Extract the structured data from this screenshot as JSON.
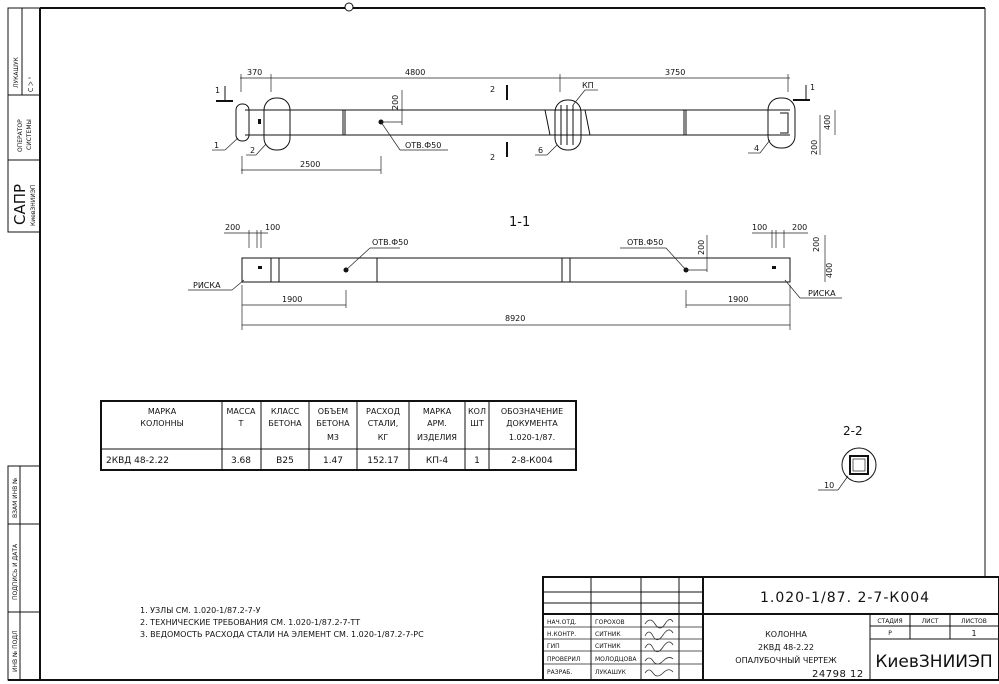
{
  "side_strip": {
    "top": [
      "ЛУКАШУК",
      "ОПЕРАТОР",
      "СИСТЕМЫ",
      "САПР",
      "КиевЗНИИЭП"
    ],
    "bottom": [
      "ВЗАМ ИНВ №",
      "ПОДПИСЬ И ДАТА",
      "ИНВ № ПОДЛ"
    ]
  },
  "plan": {
    "dims": {
      "d370": "370",
      "d4800": "4800",
      "d3750": "3750",
      "d2500": "2500",
      "d200a": "200",
      "d200b": "200",
      "d400": "400"
    },
    "hole": "ОТВ.Ф50",
    "kp": "КП",
    "callouts": {
      "c1": "1",
      "c2": "2",
      "c6": "6",
      "c4": "4"
    },
    "section1": "1",
    "section2": "2"
  },
  "elevation": {
    "title": "1-1",
    "dims": {
      "l200": "200",
      "l100": "100",
      "r100": "100",
      "r200": "200",
      "l1900": "1900",
      "r1900": "1900",
      "total": "8920",
      "v200a": "200",
      "v200b": "200",
      "v400": "400"
    },
    "hole_left": "ОТВ.Ф50",
    "hole_right": "ОТВ.Ф50",
    "mark_left": "РИСКА",
    "mark_right": "РИСКА"
  },
  "spec_table": {
    "headers": [
      [
        "МАРКА",
        "КОЛОННЫ"
      ],
      [
        "МАССА",
        "Т"
      ],
      [
        "КЛАСС",
        "БЕТОНА"
      ],
      [
        "ОБЪЕМ",
        "БЕТОНА",
        "М3"
      ],
      [
        "РАСХОД",
        "СТАЛИ,",
        "КГ"
      ],
      [
        "МАРКА",
        "АРМ.",
        "ИЗДЕЛИЯ"
      ],
      [
        "КОЛ",
        "ШТ"
      ],
      [
        "ОБОЗНАЧЕНИЕ",
        "ДОКУМЕНТА",
        "1.020-1/87."
      ]
    ],
    "row": [
      "2КВД 48-2.22",
      "3.68",
      "В25",
      "1.47",
      "152.17",
      "КП-4",
      "1",
      "2-8-К004"
    ]
  },
  "section_2_2": {
    "title": "2-2",
    "callout": "10"
  },
  "notes": [
    "1. УЗЛЫ СМ. 1.020-1/87.2-7-У",
    "2. ТЕХНИЧЕСКИЕ ТРЕБОВАНИЯ СМ. 1.020-1/87.2-7-ТТ",
    "3. ВЕДОМОСТЬ РАСХОДА СТАЛИ НА ЭЛЕМЕНТ СМ. 1.020-1/87.2-7-РС"
  ],
  "title_block": {
    "doc_number": "1.020-1/87.  2-7-К004",
    "signers": [
      {
        "role": "НАЧ.ОТД.",
        "name": "ГОРОХОВ"
      },
      {
        "role": "Н.КОНТР.",
        "name": "СИТНИК"
      },
      {
        "role": "ГИП",
        "name": "СИТНИК"
      },
      {
        "role": "ПРОВЕРИЛ",
        "name": "МОЛОДЦОВА"
      },
      {
        "role": "РАЗРАБ.",
        "name": "ЛУКАШУК"
      }
    ],
    "title_lines": [
      "КОЛОННА",
      "2КВД 48-2.22",
      "ОПАЛУБОЧНЫЙ ЧЕРТЕЖ"
    ],
    "stage_label": "СТАДИЯ",
    "sheet_label": "ЛИСТ",
    "sheets_label": "ЛИСТОВ",
    "stage": "Р",
    "sheet": "",
    "sheets": "1",
    "organization": "КиевЗНИИЭП"
  },
  "archive_number": "24798  12"
}
